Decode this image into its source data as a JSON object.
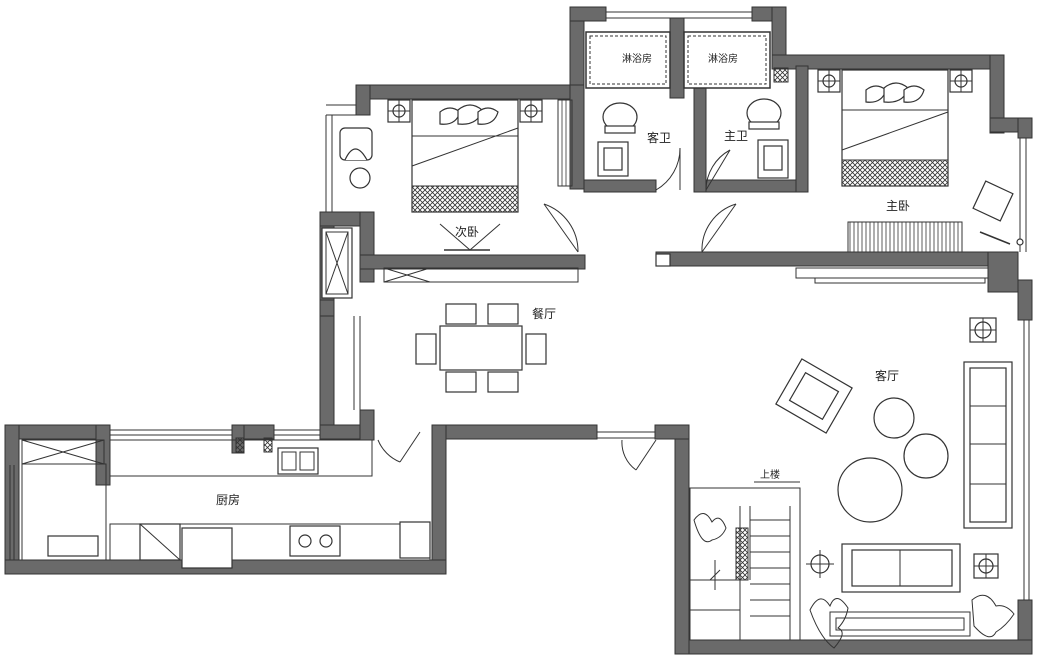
{
  "labels": {
    "dining": "餐厅",
    "living": "客厅",
    "kitchen": "厨房",
    "master_bedroom": "主卧",
    "second_bedroom": "次卧",
    "guest_bathroom": "客卫",
    "master_bathroom": "主卫",
    "shower_left": "淋浴房",
    "shower_right": "淋浴房",
    "stairs": "上楼"
  },
  "colors": {
    "wall": "#6a6a6a",
    "line": "#333333",
    "background": "#ffffff"
  }
}
